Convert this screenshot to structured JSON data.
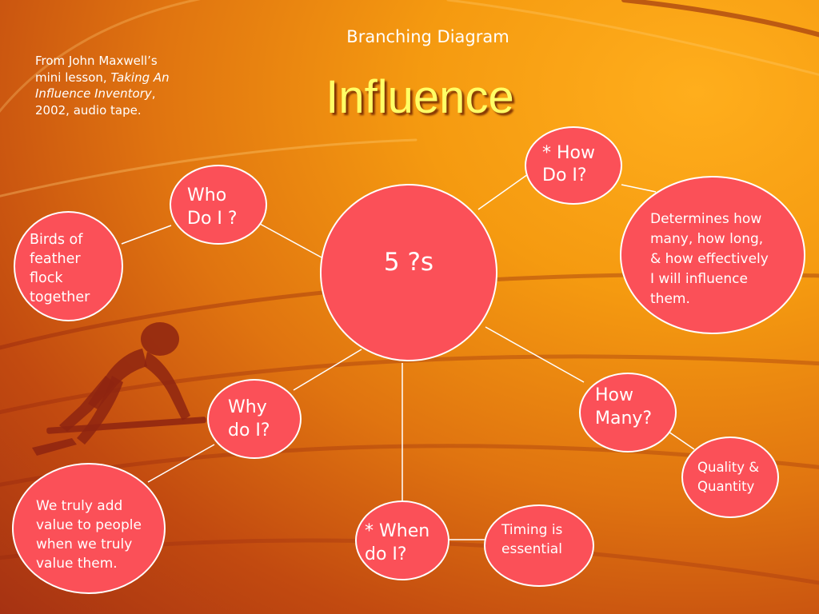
{
  "slide": {
    "subtitle": "Branching Diagram",
    "title": "Influence",
    "citation": {
      "prefix": "From John Maxwell’s mini lesson, ",
      "work": "Taking An Influence Inventory",
      "suffix": ", 2002, audio tape."
    }
  },
  "nodes": {
    "center": "5 ?s",
    "how": "* How\nDo I?",
    "how_answer": "Determines how\nmany, how long,\n& how effectively\nI will influence\nthem.",
    "who": "Who\nDo I ?",
    "who_answer": "Birds of\nfeather\nflock\ntogether",
    "why": "Why\ndo I?",
    "why_answer": "We truly add\nvalue to people\nwhen we truly\nvalue them.",
    "when": "* When\ndo I?",
    "when_answer": "Timing is\nessential",
    "how_many": "How\nMany?",
    "how_many_answer": "Quality &\nQuantity"
  },
  "colors": {
    "node_fill": "#fb5058",
    "node_border": "#ffffff",
    "title_text": "#ffff66",
    "background_top": "#ffae1c",
    "background_bottom": "#a63212"
  }
}
